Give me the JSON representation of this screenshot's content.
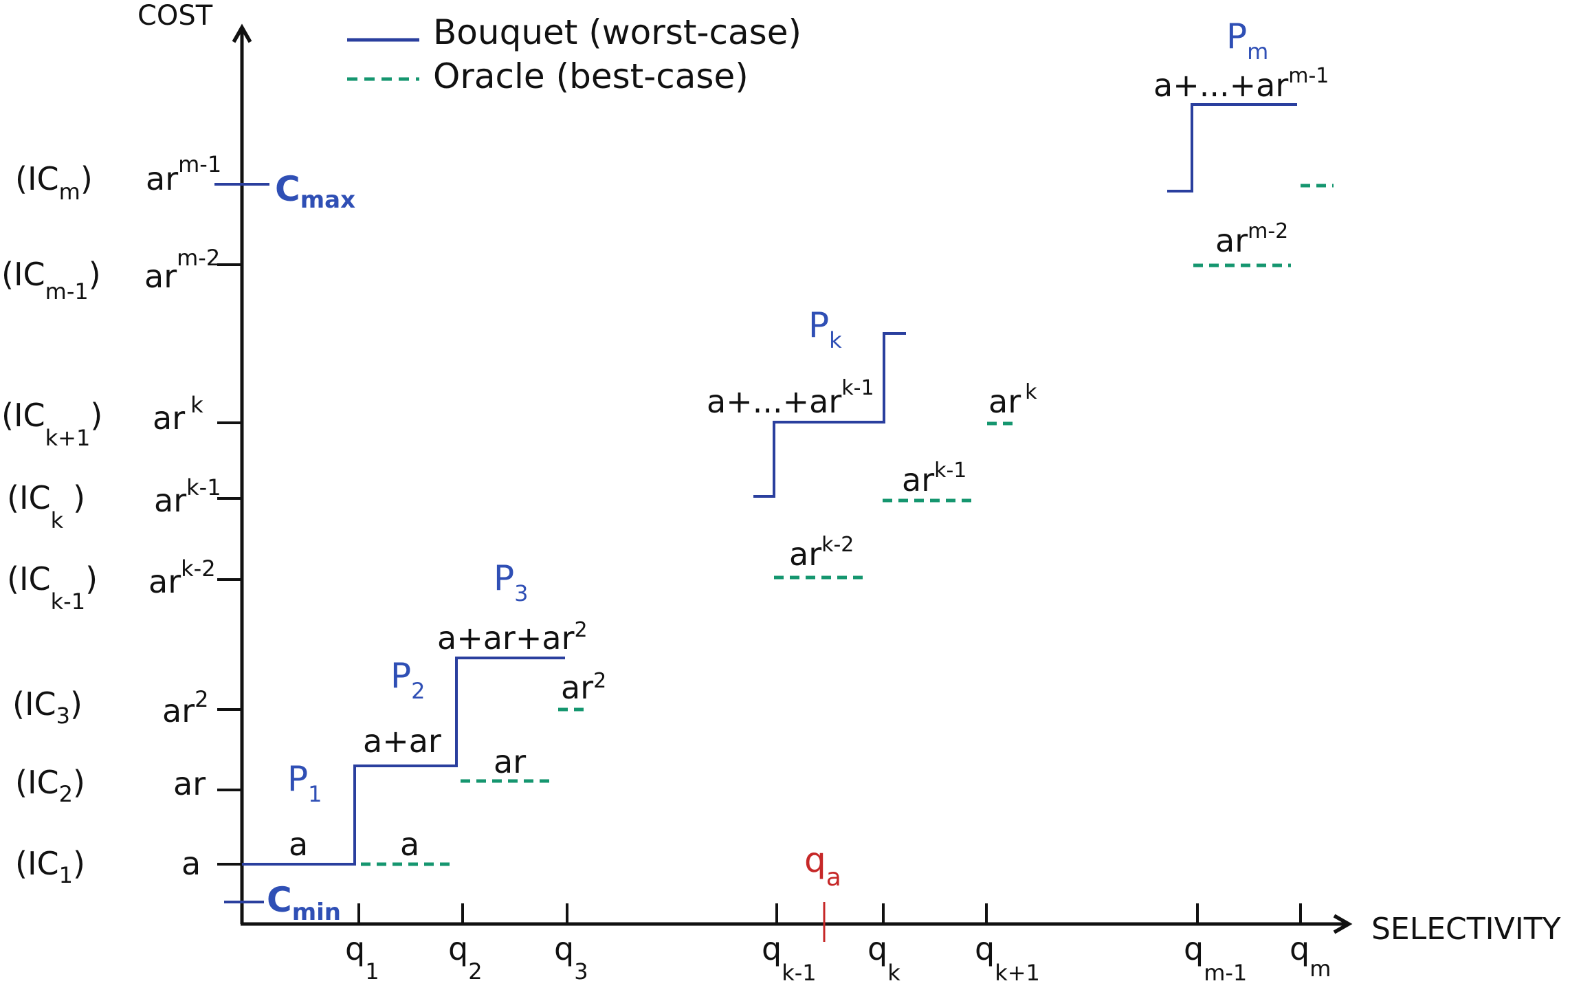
{
  "axes": {
    "y_title": "COST",
    "x_title": "SELECTIVITY"
  },
  "legend": [
    {
      "label": "Bouquet (worst-case)",
      "style": "solid",
      "color": "#2a3f9e"
    },
    {
      "label": "Oracle (best-case)",
      "style": "dashed",
      "color": "#15966f"
    }
  ],
  "colors": {
    "axis": "#111111",
    "text": "#111111",
    "bouquet": "#2a3f9e",
    "oracle": "#15966f",
    "plan_label": "#2f4fb5",
    "qa": "#c62828"
  },
  "y_ticks": [
    {
      "contour": "IC",
      "contour_sub": "1",
      "cost": "a",
      "cost_sup": ""
    },
    {
      "contour": "IC",
      "contour_sub": "2",
      "cost": "ar",
      "cost_sup": ""
    },
    {
      "contour": "IC",
      "contour_sub": "3",
      "cost": "ar",
      "cost_sup": "2"
    },
    {
      "contour": "IC",
      "contour_sub": "k-1",
      "cost": "ar",
      "cost_sup": "k-2"
    },
    {
      "contour": "IC",
      "contour_sub": "k",
      "cost": "ar",
      "cost_sup": "k-1"
    },
    {
      "contour": "IC",
      "contour_sub": "k+1",
      "cost": "ar",
      "cost_sup": "k"
    },
    {
      "contour": "IC",
      "contour_sub": "m-1",
      "cost": "ar",
      "cost_sup": "m-2"
    },
    {
      "contour": "IC",
      "contour_sub": "m",
      "cost": "ar",
      "cost_sup": "m-1"
    }
  ],
  "x_ticks": [
    {
      "base": "q",
      "sub": "1"
    },
    {
      "base": "q",
      "sub": "2"
    },
    {
      "base": "q",
      "sub": "3"
    },
    {
      "base": "q",
      "sub": "k-1"
    },
    {
      "base": "q",
      "sub": "k"
    },
    {
      "base": "q",
      "sub": "k+1"
    },
    {
      "base": "q",
      "sub": "m-1"
    },
    {
      "base": "q",
      "sub": "m"
    }
  ],
  "cmin": {
    "base": "C",
    "sub": "min"
  },
  "cmax": {
    "base": "C",
    "sub": "max"
  },
  "qa": {
    "base": "q",
    "sub": "a"
  },
  "plans": [
    {
      "base": "P",
      "sub": "1"
    },
    {
      "base": "P",
      "sub": "2"
    },
    {
      "base": "P",
      "sub": "3"
    },
    {
      "base": "P",
      "sub": "k"
    },
    {
      "base": "P",
      "sub": "m"
    }
  ],
  "bouquet_labels": [
    {
      "text": "a",
      "sup": ""
    },
    {
      "text": "a+ar",
      "sup": ""
    },
    {
      "text": "a+ar+ar",
      "sup": "2"
    },
    {
      "text": "a+...+ar",
      "sup": "k-1"
    },
    {
      "text": "a+...+ar",
      "sup": "m-1"
    }
  ],
  "oracle_labels": [
    {
      "text": "a",
      "sup": ""
    },
    {
      "text": "ar",
      "sup": ""
    },
    {
      "text": "ar",
      "sup": "2"
    },
    {
      "text": "ar",
      "sup": "k-2"
    },
    {
      "text": "ar",
      "sup": "k-1"
    },
    {
      "text": "ar",
      "sup": "k"
    },
    {
      "text": "ar",
      "sup": "m-2"
    }
  ]
}
